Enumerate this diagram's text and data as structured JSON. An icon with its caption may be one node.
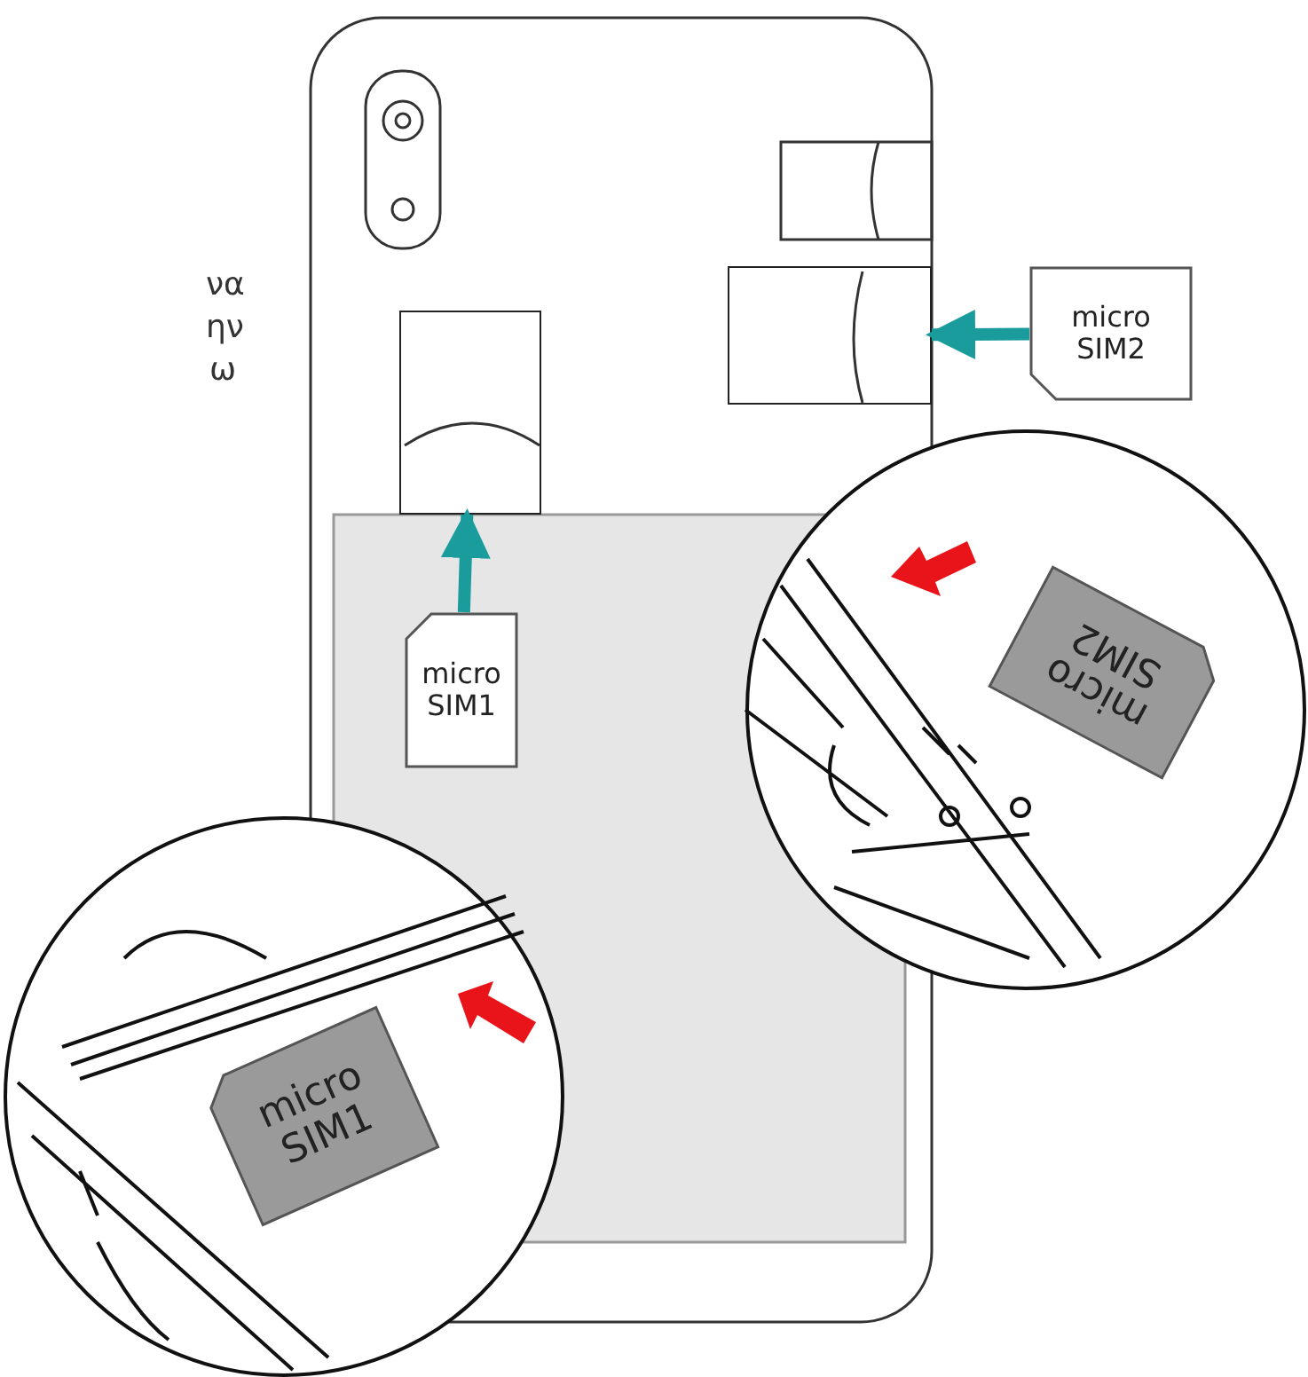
{
  "diagram": {
    "nodes": [
      {
        "text": [],
        "shape": "box"
      },
      {
        "text": [],
        "shape": "box"
      },
      {
        "text": [
          "micro SIM2"
        ]
      },
      {
        "text": [
          "micro SIM1"
        ]
      },
      {
        "text": [
          "micro SIM2"
        ]
      },
      {
        "text": [
          "micro SIM1"
        ]
      }
    ],
    "edges": [
      {
        "from": 2,
        "to": 1,
        "arrow": "to"
      },
      {
        "from": 3,
        "to": 0,
        "arrow": "to"
      }
    ],
    "labels": [
      "να",
      "ην",
      "ω"
    ]
  }
}
